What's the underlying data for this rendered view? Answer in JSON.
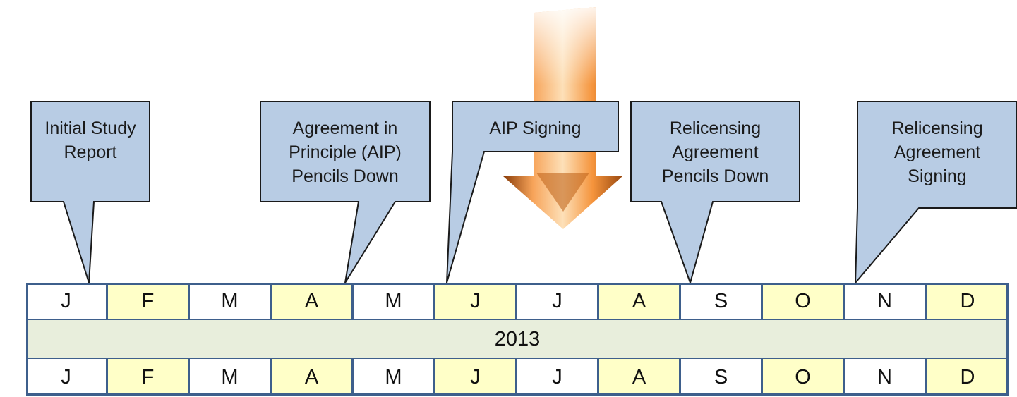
{
  "callouts": [
    {
      "id": "initial-study-report",
      "text": "Initial Study\nReport"
    },
    {
      "id": "aip-pencils-down",
      "text": "Agreement in\nPrinciple (AIP)\nPencils Down"
    },
    {
      "id": "aip-signing",
      "text": "AIP Signing"
    },
    {
      "id": "relicensing-pencils-down",
      "text": "Relicensing\nAgreement\nPencils Down"
    },
    {
      "id": "relicensing-signing",
      "text": "Relicensing\nAgreement\nSigning"
    }
  ],
  "timeline": {
    "months_top": [
      "J",
      "F",
      "M",
      "A",
      "M",
      "J",
      "J",
      "A",
      "S",
      "O",
      "N",
      "D"
    ],
    "year": "2013",
    "months_bottom": [
      "J",
      "F",
      "M",
      "A",
      "M",
      "J",
      "J",
      "A",
      "S",
      "O",
      "N",
      "D"
    ]
  },
  "colors": {
    "callout_fill": "#b8cce4",
    "border": "#3e5f8c",
    "highlight_month": "#ffffc8",
    "year_row": "#e8eedc",
    "arrow": "#f0a050"
  },
  "icons": [
    "down-arrow-icon"
  ]
}
